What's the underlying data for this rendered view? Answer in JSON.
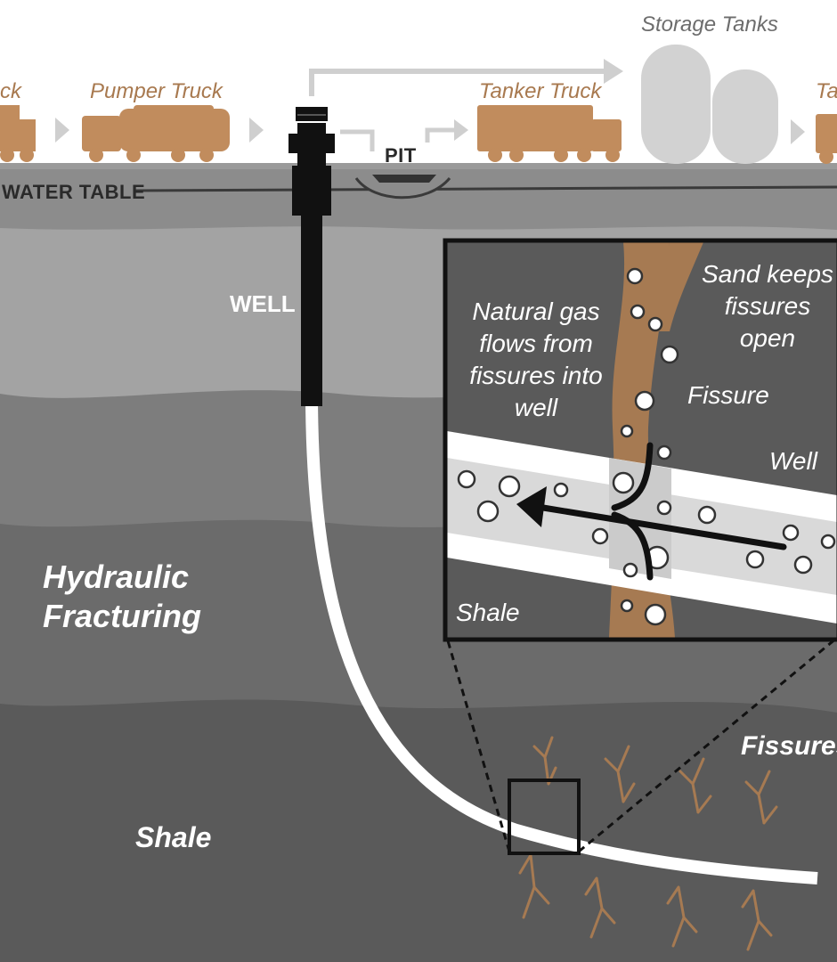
{
  "surface": {
    "truck_left_partial": "ck",
    "pumper_truck": "Pumper Truck",
    "tanker_truck": "Tanker Truck",
    "storage_tanks": "Storage Tanks",
    "truck_right_partial": "Ta",
    "pit": "PIT",
    "water_table": "WATER TABLE"
  },
  "underground": {
    "well": "WELL",
    "title": "Hydraulic Fracturing",
    "shale": "Shale",
    "fissures": "Fissures"
  },
  "inset": {
    "gas_text": "Natural gas flows from fissures into well",
    "sand_text": "Sand keeps fissures open",
    "fissure": "Fissure",
    "well": "Well",
    "shale": "Shale"
  },
  "colors": {
    "truck_brown": "#c18c5d",
    "fissure_brown": "#a67a52",
    "storage_grey": "#d2d2d2",
    "well_black": "#111111"
  }
}
